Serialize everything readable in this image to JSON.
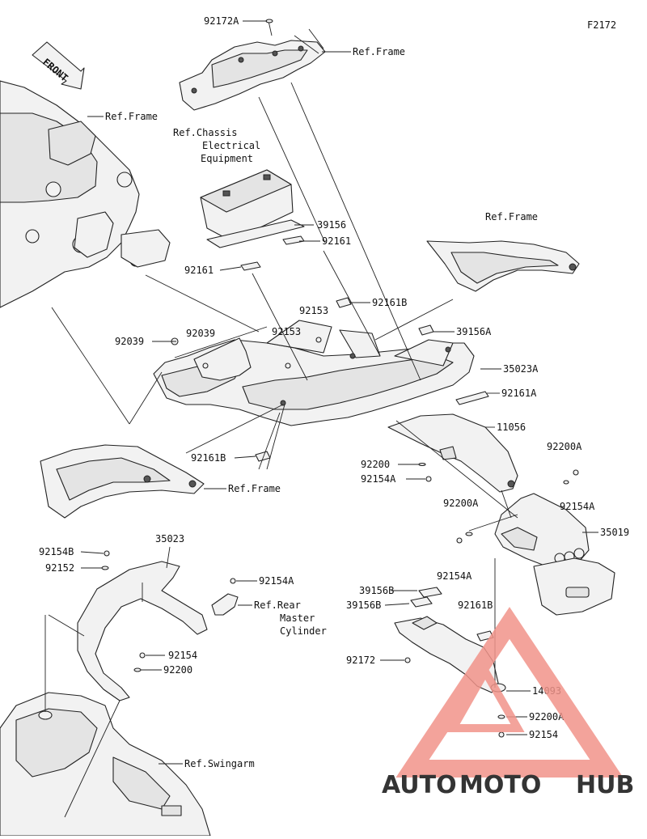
{
  "figure_id": "F2172",
  "front_arrow": "FRONT",
  "labels": {
    "l_92172A": "92172A",
    "l_ref_frame_top": "Ref.Frame",
    "l_ref_frame_left": "Ref.Frame",
    "l_ref_chassis_1": "Ref.Chassis",
    "l_ref_chassis_2": "Electrical",
    "l_ref_chassis_3": "Equipment",
    "l_39156": "39156",
    "l_92161_a": "92161",
    "l_92161_b": "92161",
    "l_ref_frame_right": "Ref.Frame",
    "l_92161B_top": "92161B",
    "l_92153_a": "92153",
    "l_92153_b": "92153",
    "l_92039_a": "92039",
    "l_92039_b": "92039",
    "l_39156A": "39156A",
    "l_35023A": "35023A",
    "l_92161A": "92161A",
    "l_11056": "11056",
    "l_92161B_mid": "92161B",
    "l_ref_frame_bottom": "Ref.Frame",
    "l_92200_mid": "92200",
    "l_92154A_mid": "92154A",
    "l_92200A_right": "92200A",
    "l_92154A_right": "92154A",
    "l_92200A_mid": "92200A",
    "l_35019": "35019",
    "l_92154A_mid2": "92154A",
    "l_92154B": "92154B",
    "l_92152": "92152",
    "l_35023": "35023",
    "l_92154A_left": "92154A",
    "l_ref_rear_1": "Ref.Rear",
    "l_ref_rear_2": "Master",
    "l_ref_rear_3": "Cylinder",
    "l_39156B_a": "39156B",
    "l_39156B_b": "39156B",
    "l_92161B_low": "92161B",
    "l_92154_left": "92154",
    "l_92200_left": "92200",
    "l_92172": "92172",
    "l_14093": "14093",
    "l_92200A_low": "92200A",
    "l_92154_low": "92154",
    "l_ref_swingarm": "Ref.Swingarm"
  },
  "watermark": {
    "part1": "AUTO",
    "part2": "MOTO",
    "part3": "HUB",
    "color1": "#f5b041",
    "color2": "#f1948a",
    "color3": "#aab7c4"
  }
}
